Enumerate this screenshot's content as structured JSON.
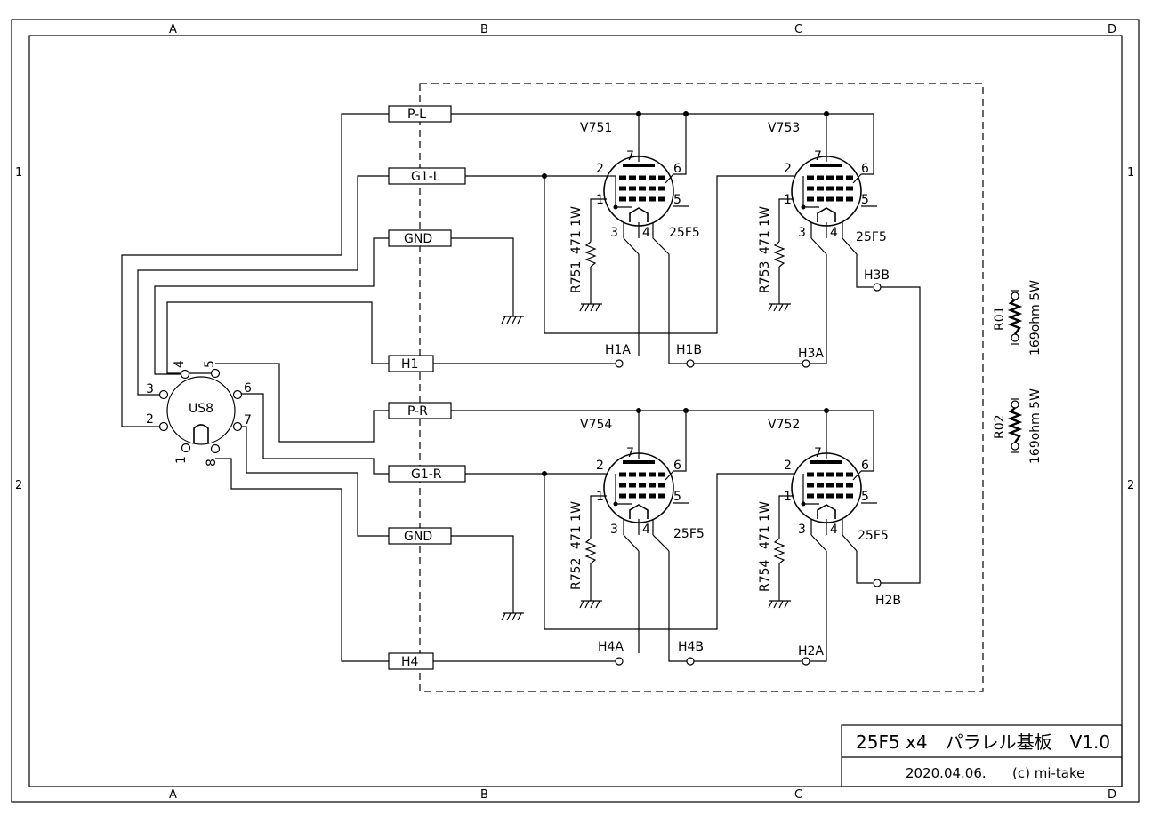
{
  "frame": {
    "cols": [
      "A",
      "B",
      "C",
      "D"
    ],
    "rows": [
      "1",
      "2"
    ]
  },
  "title_block": {
    "title": "25F5 x4　パラレル基板　V1.0",
    "date": "2020.04.06.",
    "author": "(c) mi-take"
  },
  "connector": {
    "name": "US8",
    "pins": [
      "1",
      "2",
      "3",
      "4",
      "5",
      "6",
      "7",
      "8"
    ]
  },
  "terminals": [
    "P-L",
    "G1-L",
    "GND",
    "H1",
    "P-R",
    "G1-R",
    "GND",
    "H4"
  ],
  "tubes": [
    {
      "ref": "V751",
      "type": "25F5",
      "pins": [
        "2",
        "7",
        "6",
        "1",
        "5",
        "3",
        "4"
      ]
    },
    {
      "ref": "V753",
      "type": "25F5",
      "pins": [
        "2",
        "7",
        "6",
        "1",
        "5",
        "3",
        "4"
      ]
    },
    {
      "ref": "V754",
      "type": "25F5",
      "pins": [
        "2",
        "7",
        "6",
        "1",
        "5",
        "3",
        "4"
      ]
    },
    {
      "ref": "V752",
      "type": "25F5",
      "pins": [
        "2",
        "7",
        "6",
        "1",
        "5",
        "3",
        "4"
      ]
    }
  ],
  "resistors": [
    {
      "ref": "R751",
      "value": "471 1W"
    },
    {
      "ref": "R753",
      "value": "471 1W"
    },
    {
      "ref": "R752",
      "value": "471 1W"
    },
    {
      "ref": "R754",
      "value": "471 1W"
    }
  ],
  "heater_points": [
    "H1A",
    "H1B",
    "H3A",
    "H3B",
    "H4A",
    "H4B",
    "H2A",
    "H2B"
  ],
  "load_resistors": [
    {
      "ref": "R01",
      "value": "169ohm 5W"
    },
    {
      "ref": "R02",
      "value": "169ohm 5W"
    }
  ]
}
